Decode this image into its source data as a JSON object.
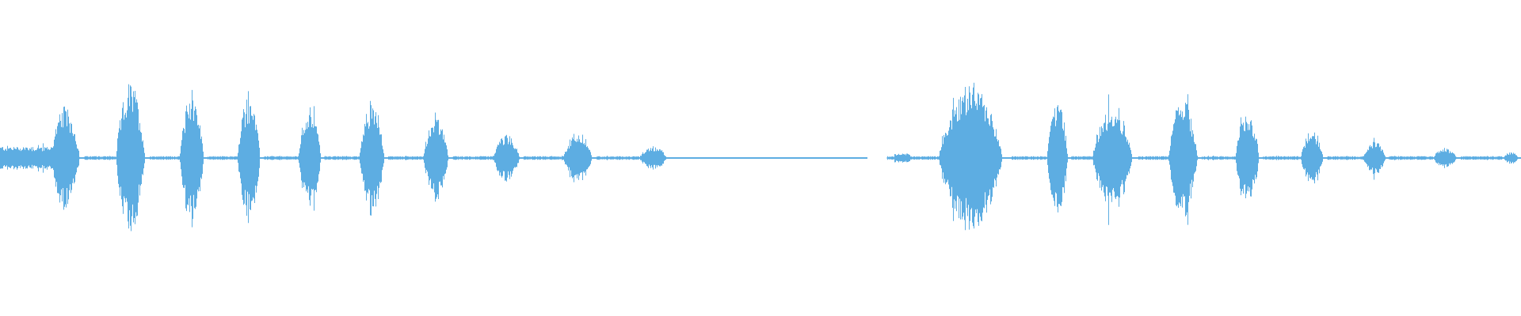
{
  "waveform": {
    "color": "#5dade2",
    "background": "#ffffff",
    "silence_gap_color": "#ffffff",
    "segments": [
      {
        "name": "lead-in",
        "t0": 0.0,
        "t1": 0.045,
        "amp": 0.08
      },
      {
        "name": "burst-1",
        "t0": 0.033,
        "t1": 0.055,
        "amp": 0.34
      },
      {
        "name": "burst-2",
        "t0": 0.076,
        "t1": 0.098,
        "amp": 0.5
      },
      {
        "name": "burst-3",
        "t0": 0.118,
        "t1": 0.136,
        "amp": 0.44
      },
      {
        "name": "burst-4",
        "t0": 0.156,
        "t1": 0.173,
        "amp": 0.42
      },
      {
        "name": "burst-5",
        "t0": 0.196,
        "t1": 0.213,
        "amp": 0.35
      },
      {
        "name": "burst-6",
        "t0": 0.236,
        "t1": 0.255,
        "amp": 0.38
      },
      {
        "name": "burst-7",
        "t0": 0.278,
        "t1": 0.297,
        "amp": 0.28
      },
      {
        "name": "burst-8",
        "t0": 0.324,
        "t1": 0.344,
        "amp": 0.16
      },
      {
        "name": "burst-9",
        "t0": 0.37,
        "t1": 0.392,
        "amp": 0.17
      },
      {
        "name": "burst-10",
        "t0": 0.42,
        "t1": 0.441,
        "amp": 0.08
      },
      {
        "name": "tail-1",
        "t0": 0.441,
        "t1": 0.57,
        "amp": 0.004
      },
      {
        "name": "gap",
        "t0": 0.57,
        "t1": 0.583,
        "amp": 0.0
      },
      {
        "name": "tick",
        "t0": 0.588,
        "t1": 0.598,
        "amp": 0.03
      },
      {
        "name": "burst-11",
        "t0": 0.617,
        "t1": 0.665,
        "amp": 0.5
      },
      {
        "name": "burst-12",
        "t0": 0.688,
        "t1": 0.704,
        "amp": 0.4
      },
      {
        "name": "burst-13",
        "t0": 0.718,
        "t1": 0.748,
        "amp": 0.36
      },
      {
        "name": "burst-14",
        "t0": 0.768,
        "t1": 0.79,
        "amp": 0.4
      },
      {
        "name": "burst-15",
        "t0": 0.812,
        "t1": 0.83,
        "amp": 0.32
      },
      {
        "name": "burst-16",
        "t0": 0.855,
        "t1": 0.872,
        "amp": 0.2
      },
      {
        "name": "burst-17",
        "t0": 0.896,
        "t1": 0.913,
        "amp": 0.12
      },
      {
        "name": "burst-18",
        "t0": 0.942,
        "t1": 0.96,
        "amp": 0.07
      },
      {
        "name": "burst-19",
        "t0": 0.988,
        "t1": 1.0,
        "amp": 0.04
      }
    ],
    "baseline_amp": 0.012
  }
}
